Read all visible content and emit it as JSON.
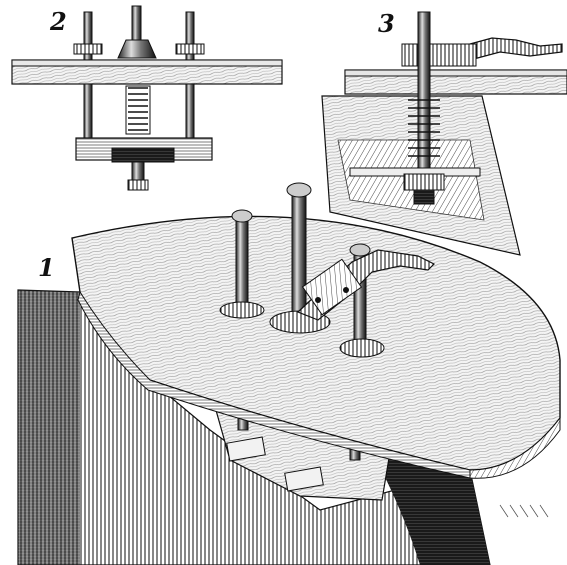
{
  "figure_labels": {
    "fig2": "2",
    "fig3": "3",
    "fig1": "1"
  },
  "colors": {
    "ink": "#111111",
    "paper": "#ffffff",
    "shade": "#2a2a2a",
    "mid": "#8a8a8a",
    "light": "#d8d8d8"
  }
}
